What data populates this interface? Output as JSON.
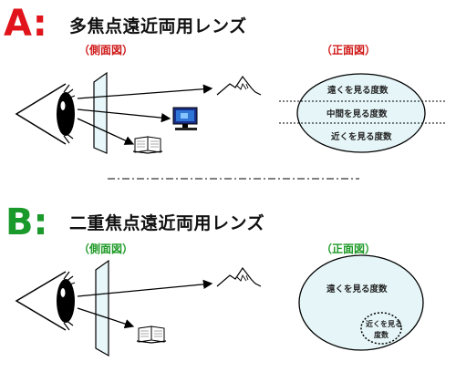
{
  "colors": {
    "letter_a": "#e0141a",
    "letter_b": "#1a9a2a",
    "label_red": "#d01a1a",
    "label_green": "#1f9a28",
    "lens_fill": "#e6f6f8"
  },
  "section_a": {
    "letter": "A:",
    "title": "多焦点遠近両用レンズ",
    "side_label": "（側面図）",
    "front_label": "（正面図）",
    "zones": {
      "far": "遠くを見る度数",
      "middle": "中間を見る度数",
      "near": "近くを見る度数"
    }
  },
  "section_b": {
    "letter": "B:",
    "title": "二重焦点遠近両用レンズ",
    "side_label": "（側面図）",
    "front_label": "（正面図）",
    "zones": {
      "far": "遠くを見る度数",
      "near_line1": "近くを見る",
      "near_line2": "度数"
    }
  },
  "icons": [
    "eye-icon",
    "mountain-icon",
    "computer-icon",
    "book-icon"
  ]
}
